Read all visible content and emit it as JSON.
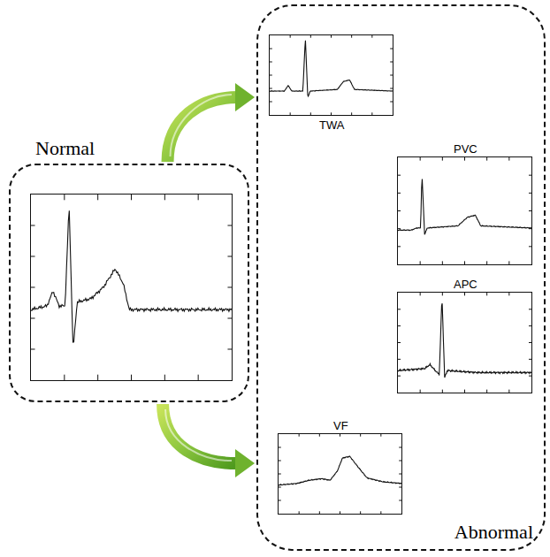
{
  "diagram": {
    "nodes": [
      {
        "text": [
          "Normal"
        ]
      },
      {
        "text": [
          "Abnormal"
        ]
      },
      {
        "text": [
          "TWA"
        ],
        "in": 1
      },
      {
        "text": [
          "PVC"
        ],
        "in": 1
      },
      {
        "text": [
          "APC"
        ],
        "in": 1
      },
      {
        "text": [
          "VF"
        ],
        "in": 1
      }
    ],
    "edges": [
      {
        "from": 0,
        "to": 1,
        "arrow": "to"
      },
      {
        "from": 0,
        "to": 1,
        "arrow": "to"
      }
    ]
  }
}
